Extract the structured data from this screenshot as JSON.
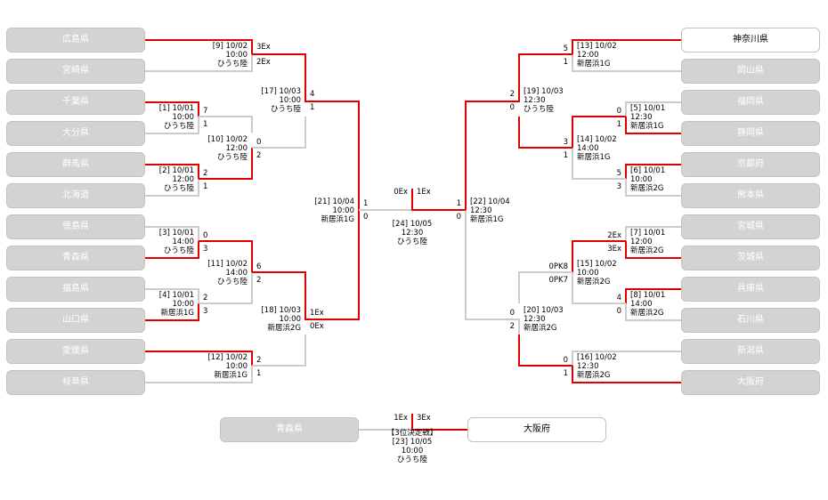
{
  "colors": {
    "win": "#e00000",
    "lose": "#cccccc",
    "team_bg": "#d3d3d3",
    "team_win_bg": "#ffffff"
  },
  "left_teams": [
    "広島県",
    "宮崎県",
    "千葉県",
    "大分県",
    "群馬県",
    "北海道",
    "徳島県",
    "青森県",
    "福島県",
    "山口県",
    "愛媛県",
    "岐阜県"
  ],
  "right_teams": [
    "神奈川県",
    "岡山県",
    "福岡県",
    "静岡県",
    "京都府",
    "熊本県",
    "宮城県",
    "茨城県",
    "兵庫県",
    "石川県",
    "新潟県",
    "大阪府"
  ],
  "third_place": {
    "left": "青森県",
    "right": "大阪府",
    "title": "【3位決定戦】"
  },
  "matches": {
    "m9": {
      "top": "3Ex",
      "bot": "2Ex",
      "l1": "[9] 10/02",
      "l2": "10:00",
      "l3": "ひうち陸"
    },
    "m1": {
      "top": "7",
      "bot": "1",
      "l1": "[1] 10/01",
      "l2": "10:00",
      "l3": "ひうち陸"
    },
    "m10": {
      "top": "0",
      "bot": "2",
      "l1": "[10] 10/02",
      "l2": "12:00",
      "l3": "ひうち陸"
    },
    "m2": {
      "top": "2",
      "bot": "1",
      "l1": "[2] 10/01",
      "l2": "12:00",
      "l3": "ひうち陸"
    },
    "m3": {
      "top": "0",
      "bot": "3",
      "l1": "[3] 10/01",
      "l2": "14:00",
      "l3": "ひうち陸"
    },
    "m11": {
      "top": "6",
      "bot": "2",
      "l1": "[11] 10/02",
      "l2": "14:00",
      "l3": "ひうち陸"
    },
    "m4": {
      "top": "2",
      "bot": "3",
      "l1": "[4] 10/01",
      "l2": "10:00",
      "l3": "新居浜1G"
    },
    "m12": {
      "top": "2",
      "bot": "1",
      "l1": "[12] 10/02",
      "l2": "10:00",
      "l3": "新居浜1G"
    },
    "m17": {
      "top": "4",
      "bot": "1",
      "l1": "[17] 10/03",
      "l2": "10:00",
      "l3": "ひうち陸"
    },
    "m18": {
      "top": "1Ex",
      "bot": "0Ex",
      "l1": "[18] 10/03",
      "l2": "10:00",
      "l3": "新居浜2G"
    },
    "m21": {
      "top": "1",
      "bot": "0",
      "l1": "[21] 10/04",
      "l2": "10:00",
      "l3": "新居浜1G"
    },
    "m13": {
      "top": "5",
      "bot": "1",
      "l1": "[13] 10/02",
      "l2": "12:00",
      "l3": "新居浜1G"
    },
    "m5": {
      "top": "0",
      "bot": "1",
      "l1": "[5] 10/01",
      "l2": "12:30",
      "l3": "新居浜1G"
    },
    "m14": {
      "top": "3",
      "bot": "1",
      "l1": "[14] 10/02",
      "l2": "14:00",
      "l3": "新居浜1G"
    },
    "m6": {
      "top": "5",
      "bot": "3",
      "l1": "[6] 10/01",
      "l2": "10:00",
      "l3": "新居浜2G"
    },
    "m19": {
      "top": "2",
      "bot": "0",
      "l1": "[19] 10/03",
      "l2": "12:30",
      "l3": "ひうち陸"
    },
    "m7": {
      "top": "2Ex",
      "bot": "3Ex",
      "l1": "[7] 10/01",
      "l2": "12:00",
      "l3": "新居浜2G"
    },
    "m15": {
      "top": "0PK8",
      "bot": "0PK7",
      "l1": "[15] 10/02",
      "l2": "10:00",
      "l3": "新居浜2G"
    },
    "m8": {
      "top": "4",
      "bot": "0",
      "l1": "[8] 10/01",
      "l2": "14:00",
      "l3": "新居浜2G"
    },
    "m16": {
      "top": "0",
      "bot": "1",
      "l1": "[16] 10/02",
      "l2": "12:30",
      "l3": "新居浜2G"
    },
    "m20": {
      "top": "0",
      "bot": "2",
      "l1": "[20] 10/03",
      "l2": "12:30",
      "l3": "新居浜2G"
    },
    "m22": {
      "top": "1",
      "bot": "0",
      "l1": "[22] 10/04",
      "l2": "12:30",
      "l3": "新居浜1G"
    },
    "m24": {
      "left": "0Ex",
      "right": "1Ex",
      "l1": "[24] 10/05",
      "l2": "12:30",
      "l3": "ひうち陸"
    },
    "m23": {
      "left": "1Ex",
      "right": "3Ex",
      "l1": "[23] 10/05",
      "l2": "10:00",
      "l3": "ひうち陸"
    }
  }
}
